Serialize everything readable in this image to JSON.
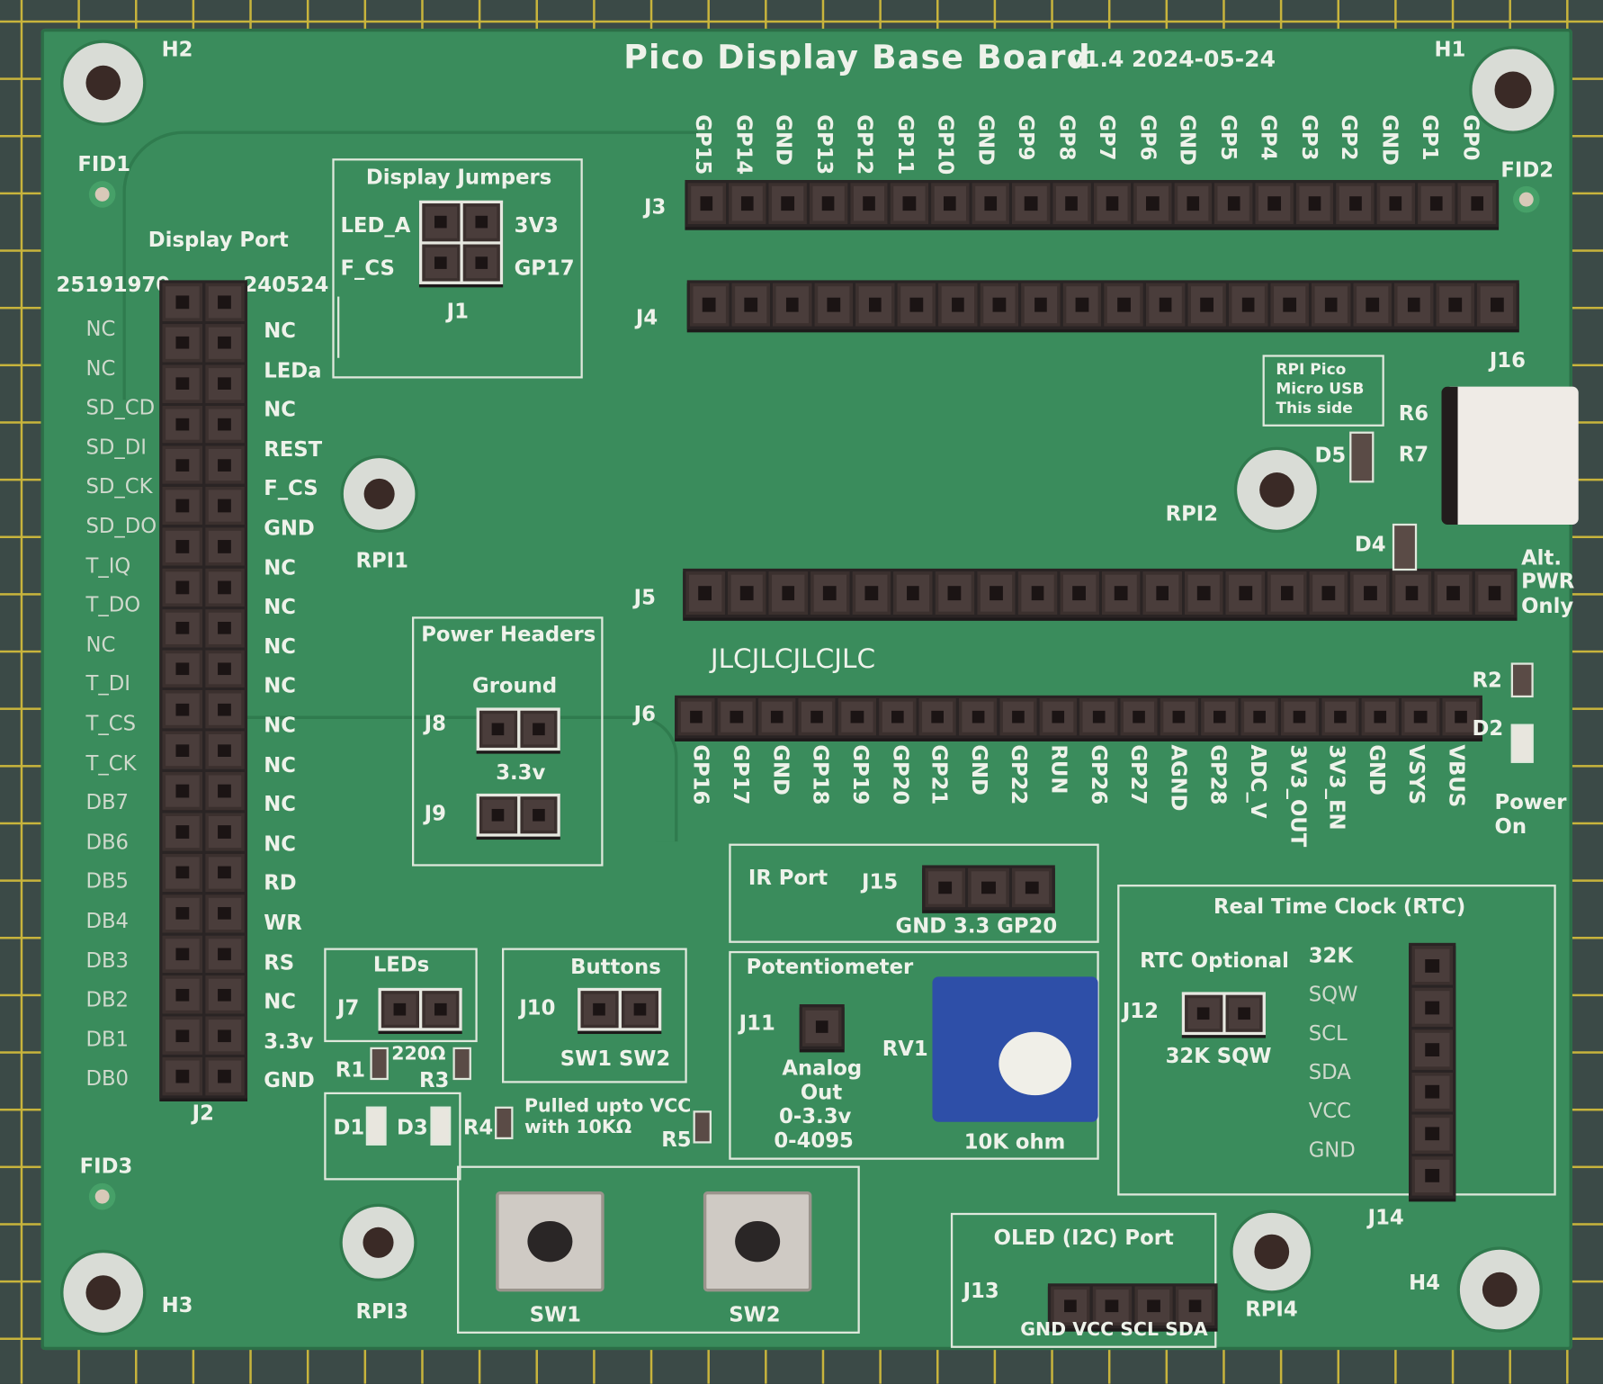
{
  "board": {
    "title": "Pico Display Base Board",
    "version": "v1.4 2024-05-24",
    "colors": {
      "soldermask": "#3a8c5c",
      "silkscreen": "#eef2ea",
      "mat": "#3b4a47",
      "grid": "#c8b43c"
    }
  },
  "holes": {
    "h1": "H1",
    "h2": "H2",
    "h3": "H3",
    "h4": "H4",
    "rpi1": "RPI1",
    "rpi2": "RPI2",
    "rpi3": "RPI3",
    "rpi4": "RPI4"
  },
  "fiducials": {
    "fid1": "FID1",
    "fid2": "FID2",
    "fid3": "FID3"
  },
  "display_port": {
    "title": "Display Port",
    "code_left": "25191970",
    "code_right": "240524",
    "ref": "J2",
    "left_labels": [
      "NC",
      "NC",
      "SD_CD",
      "SD_DI",
      "SD_CK",
      "SD_DO",
      "T_IQ",
      "T_DO",
      "NC",
      "T_DI",
      "T_CS",
      "T_CK",
      "DB7",
      "DB6",
      "DB5",
      "DB4",
      "DB3",
      "DB2",
      "DB1",
      "DB0"
    ],
    "right_labels": [
      "NC",
      "LEDa",
      "NC",
      "REST",
      "F_CS",
      "GND",
      "NC",
      "NC",
      "NC",
      "NC",
      "NC",
      "NC",
      "NC",
      "NC",
      "RD",
      "WR",
      "RS",
      "NC",
      "3.3v",
      "GND"
    ]
  },
  "display_jumpers": {
    "title": "Display Jumpers",
    "led_a": "LED_A",
    "f_cs": "F_CS",
    "v3v3": "3V3",
    "gp17": "GP17",
    "ref": "J1"
  },
  "pico": {
    "j3": "J3",
    "j4": "J4",
    "j5": "J5",
    "j6": "J6",
    "top_labels": [
      "GP15",
      "GP14",
      "GND",
      "GP13",
      "GP12",
      "GP11",
      "GP10",
      "GND",
      "GP9",
      "GP8",
      "GP7",
      "GP6",
      "GND",
      "GP5",
      "GP4",
      "GP3",
      "GP2",
      "GND",
      "GP1",
      "GP0"
    ],
    "bottom_labels": [
      "GP16",
      "GP17",
      "GND",
      "GP18",
      "GP19",
      "GP20",
      "GP21",
      "GND",
      "GP22",
      "RUN",
      "GP26",
      "GP27",
      "AGND",
      "GP28",
      "ADC_V",
      "3V3_OUT",
      "3V3_EN",
      "GND",
      "VSYS",
      "VBUS"
    ],
    "jlc": "JLCJLCJLCJLC",
    "usb_note": [
      "RPI Pico",
      "Micro USB",
      "This side"
    ]
  },
  "power_headers": {
    "title": "Power Headers",
    "ground": "Ground",
    "j8": "J8",
    "v33": "3.3v",
    "j9": "J9"
  },
  "usb_c": {
    "ref": "J16",
    "r6": "R6",
    "r7": "R7",
    "d5": "D5",
    "d4": "D4",
    "note": [
      "Alt.",
      "PWR",
      "Only"
    ]
  },
  "power_led": {
    "r2": "R2",
    "d2": "D2",
    "note": [
      "Power",
      "On"
    ]
  },
  "ir_port": {
    "title": "IR Port",
    "ref": "J15",
    "pins": "GND 3.3 GP20"
  },
  "rtc": {
    "title": "Real Time Clock (RTC)",
    "optional": "RTC Optional",
    "j12": "J12",
    "jumper_labels": "32K SQW",
    "pins": [
      "32K",
      "SQW",
      "SCL",
      "SDA",
      "VCC",
      "GND"
    ],
    "ref": "J14"
  },
  "potentiometer": {
    "title": "Potentiometer",
    "j11": "J11",
    "rv1": "RV1",
    "analog": "Analog",
    "out": "Out",
    "range_v": "0-3.3v",
    "range_adc": "0-4095",
    "value": "10K ohm"
  },
  "leds": {
    "title": "LEDs",
    "j7": "J7",
    "r1": "R1",
    "res": "220Ω",
    "r3": "R3",
    "d1": "D1",
    "d3": "D3",
    "r4": "R4"
  },
  "buttons": {
    "title": "Buttons",
    "j10": "J10",
    "sw_labels": "SW1 SW2",
    "pullup1": "Pulled upto VCC",
    "pullup2": "with 10KΩ",
    "r5": "R5",
    "sw1": "SW1",
    "sw2": "SW2"
  },
  "oled": {
    "title": "OLED (I2C) Port",
    "ref": "J13",
    "pins": "GND VCC SCL SDA"
  }
}
